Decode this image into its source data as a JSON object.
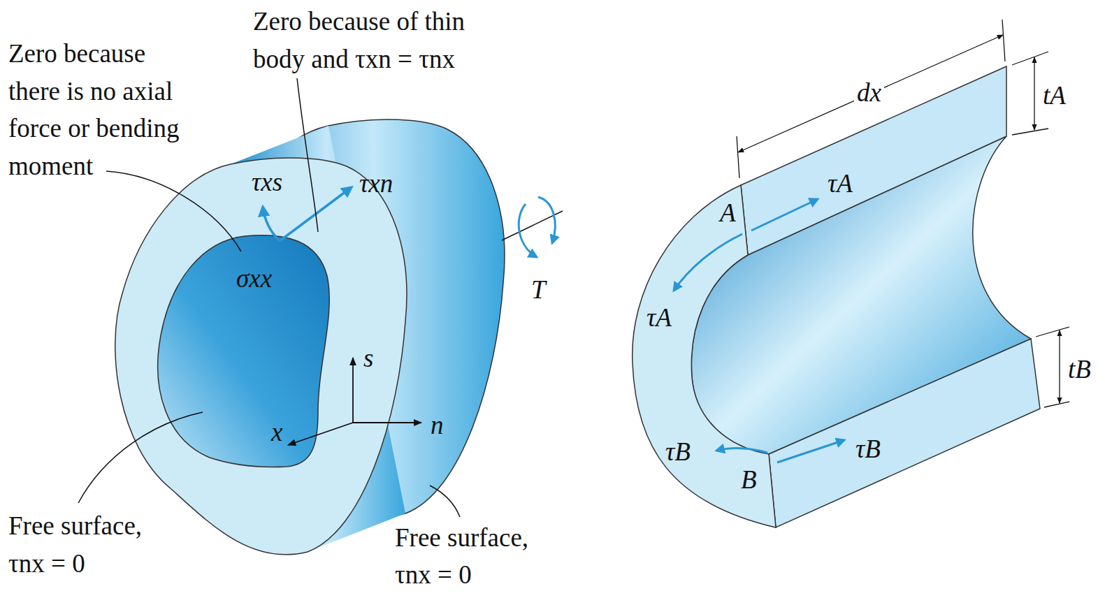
{
  "diagram": {
    "labels": [
      "Zero because there is no axial force or bending moment",
      "Zero because of thin body and τxn = τnx",
      "τxs",
      "τxn",
      "σxx",
      "T",
      "s",
      "x",
      "n",
      "Free surface, τnx = 0",
      "Free surface, τnx = 0",
      "dx",
      "tA",
      "A",
      "τA",
      "τA",
      "tB",
      "τB",
      "B",
      "τB"
    ]
  }
}
